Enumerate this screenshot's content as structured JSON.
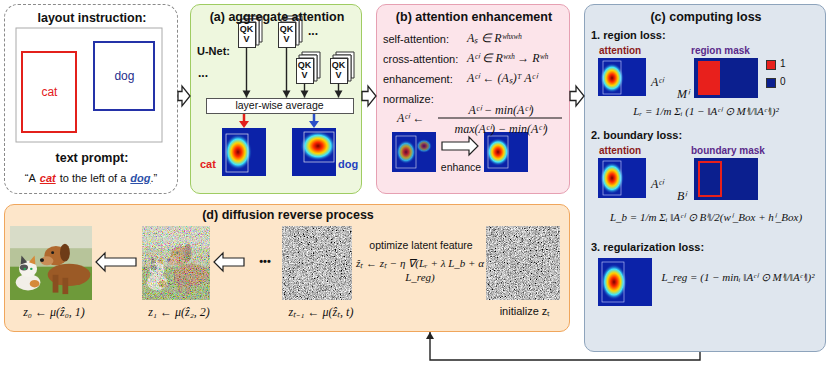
{
  "diagram": {
    "nodes": [
      {
        "text": [
          "layout instruction:",
          "text prompt:",
          "“A",
          "cat",
          "to the left of a",
          "dog",
          ".”"
        ]
      },
      {
        "text": [
          "cat"
        ],
        "in": 0
      },
      {
        "text": [
          "dog"
        ],
        "in": 0
      },
      {
        "text": [
          "(a) aggregate attention",
          "U-Net:"
        ]
      },
      {
        "text": [
          "QK V"
        ],
        "in": 3
      },
      {
        "text": [
          "QK V"
        ],
        "in": 3
      },
      {
        "text": [
          "QK V"
        ],
        "in": 3
      },
      {
        "text": [
          "QK V"
        ],
        "in": 3
      },
      {
        "text": [
          "layer-wise average"
        ],
        "in": 3
      },
      {
        "text": [
          "(b) attention enhancement",
          "self-attention:",
          "Aₛ ∈ Rʷʰˣʷʰ",
          "cross-attention:",
          "Aᶜⁱ ∈ Rʷˣʰ → Rʷʰ",
          "enhancement:",
          "Aᶜⁱ ← (Aₛ)ᵀ Aᶜⁱ",
          "normalize:",
          "Aᶜⁱ ←",
          "Aᶜⁱ − min(Aᶜⁱ)",
          "max(Aᶜⁱ) − min(Aᶜⁱ)",
          "enhance"
        ]
      },
      {
        "text": [
          "(c) computing loss",
          "1. region loss:",
          "attention",
          "region mask",
          "Aᶜⁱ",
          "Mⁱ",
          "Lᵣ = 1/m Σᵢ (1 − ‖Aᶜⁱ ⊙ Mⁱ‖/‖Aᶜⁱ‖)²",
          "2. boundary loss:",
          "attention",
          "boundary mask",
          "Aᶜⁱ",
          "Bⁱ",
          "L_b = 1/m Σᵢ ‖Aᶜⁱ ⊙ Bⁱ‖/2(wⁱ_Box + hⁱ_Box)",
          "3. regularization loss:",
          "L_reg = (1 − minᵢ ‖Aᶜⁱ ⊙ Mⁱ‖/‖Aᶜⁱ‖)²"
        ]
      },
      {
        "text": [
          "(d) diffusion reverse process",
          "optimize latent feature",
          "ẑₜ ← zₜ − η ∇(Lᵣ + λ L_b + α L_reg)",
          "initialize zₜ",
          "z₀ ← μ(ẑ₀, 1)",
          "z₁ ← μ(ẑ₂, 2)",
          "•••",
          "zₜ₋₁ ← μ(ẑₜ, t)"
        ]
      }
    ],
    "edges": [
      {
        "from": 0,
        "to": 3,
        "arrow": "to"
      },
      {
        "from": 3,
        "to": 9,
        "arrow": "to"
      },
      {
        "from": 9,
        "to": 10,
        "arrow": "to"
      },
      {
        "from": 4,
        "to": 8,
        "arrow": "to"
      },
      {
        "from": 5,
        "to": 8,
        "arrow": "to"
      },
      {
        "from": 6,
        "to": 8,
        "arrow": "to"
      },
      {
        "from": 7,
        "to": 8,
        "arrow": "to"
      },
      {
        "from": 10,
        "to": 11,
        "arrow": "to"
      }
    ],
    "labels": [
      "...",
      "...",
      "cat",
      "dog"
    ],
    "legend": [
      {
        "text": "1",
        "color": "#e8201c"
      },
      {
        "text": "0",
        "color": "#0b1f8f"
      }
    ]
  }
}
